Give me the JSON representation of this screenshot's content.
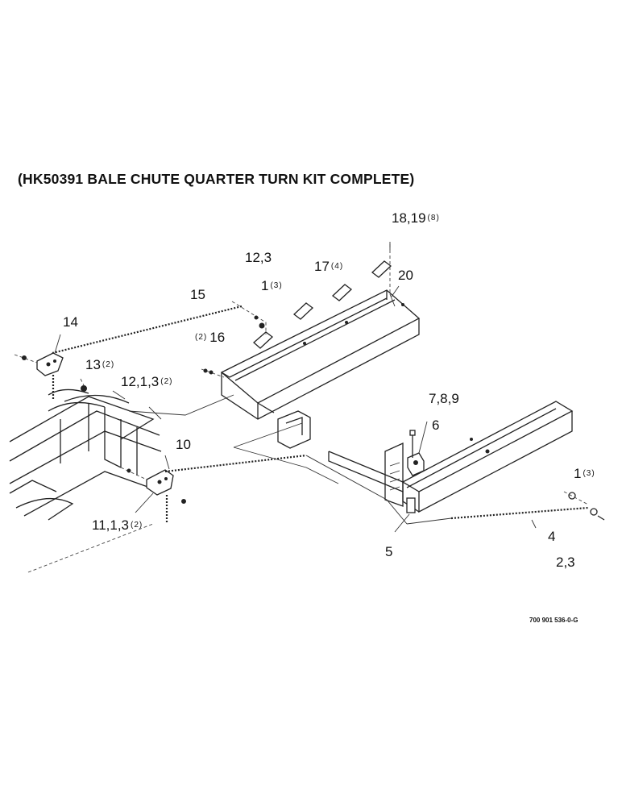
{
  "title": "(HK50391 BALE CHUTE QUARTER TURN KIT COMPLETE)",
  "drawing_number": "700 901 536-0-G",
  "callouts": {
    "c18": {
      "ref": "18,19",
      "qty": "(8)"
    },
    "c123a": {
      "ref": "12,3",
      "qty": ""
    },
    "c17": {
      "ref": "17",
      "qty": "(4)"
    },
    "c20": {
      "ref": "20",
      "qty": ""
    },
    "c15": {
      "ref": "15",
      "qty": ""
    },
    "c1a": {
      "ref": "1",
      "qty": "(3)"
    },
    "c14": {
      "ref": "14",
      "qty": ""
    },
    "c16": {
      "ref": "16",
      "qty": "(2)"
    },
    "c13": {
      "ref": "13",
      "qty": "(2)"
    },
    "c1213": {
      "ref": "12,1,3",
      "qty": "(2)"
    },
    "c789": {
      "ref": "7,8,9",
      "qty": ""
    },
    "c6": {
      "ref": "6",
      "qty": ""
    },
    "c10": {
      "ref": "10",
      "qty": ""
    },
    "c1b": {
      "ref": "1",
      "qty": "(3)"
    },
    "c1113": {
      "ref": "11,1,3",
      "qty": "(2)"
    },
    "c4": {
      "ref": "4",
      "qty": ""
    },
    "c5": {
      "ref": "5",
      "qty": ""
    },
    "c23": {
      "ref": "2,3",
      "qty": ""
    }
  }
}
